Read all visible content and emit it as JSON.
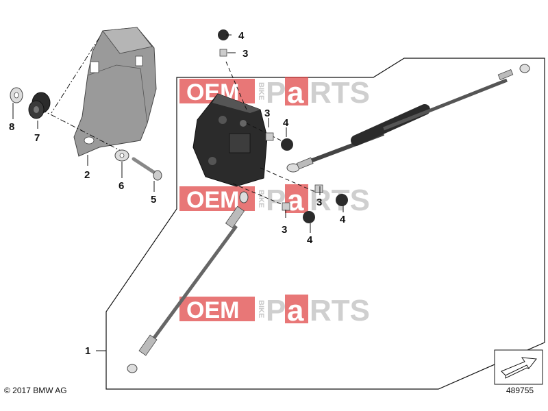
{
  "watermark": {
    "oem": "OEM",
    "bike": "BIKE",
    "p": "P",
    "a": "a",
    "rts": "RTS"
  },
  "callouts": {
    "item1": "1",
    "item2": "2",
    "item3": "3",
    "item4": "4",
    "item5": "5",
    "item6": "6",
    "item7": "7",
    "item8": "8"
  },
  "copyright": "© 2017 BMW AG",
  "diagram_number": "489755",
  "colors": {
    "watermark_red": "#e04a4a",
    "outline": "#111111",
    "part_dark": "#2b2b2b"
  }
}
